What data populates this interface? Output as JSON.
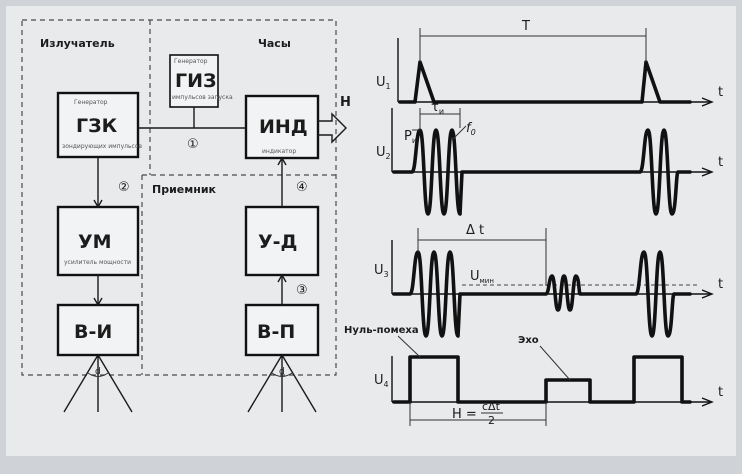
{
  "diagram": {
    "sections": {
      "emitter": "Излучатель",
      "clock": "Часы",
      "receiver": "Приемник"
    },
    "blocks": {
      "gzk": {
        "title": "ГЗК",
        "top": "Генератор",
        "bottom": "зондирующих импульсов"
      },
      "giz": {
        "title": "ГИЗ",
        "top": "Генератор",
        "bottom": "импульсов запуска"
      },
      "ind": {
        "title": "ИНД",
        "bottom": "индикатор"
      },
      "um": {
        "title": "УМ",
        "bottom": "усилитель мощности"
      },
      "ud": {
        "title": "У-Д"
      },
      "vi": {
        "title": "В-И"
      },
      "vp": {
        "title": "В-П"
      }
    },
    "markers": {
      "m1": "①",
      "m2": "②",
      "m3": "③",
      "m4": "④"
    },
    "output_label": "Н",
    "antenna_label": "d"
  },
  "timing": {
    "signals": {
      "u1": "U",
      "u1_sub": "1",
      "u2": "U",
      "u2_sub": "2",
      "u3": "U",
      "u3_sub": "3",
      "u4": "U",
      "u4_sub": "4"
    },
    "time_axis": "t",
    "period": "T",
    "pulse_width": "τ",
    "pulse_width_sub": "и",
    "amplitude": "P",
    "amplitude_sub": "и",
    "carrier": "f",
    "carrier_sub": "0",
    "delay": "Δ t",
    "threshold": "U",
    "threshold_sub": "мин",
    "null_noise": "Нуль-помеха",
    "echo": "Эхо",
    "formula_left": "H =",
    "formula_num": "cΔt",
    "formula_den": "2"
  }
}
